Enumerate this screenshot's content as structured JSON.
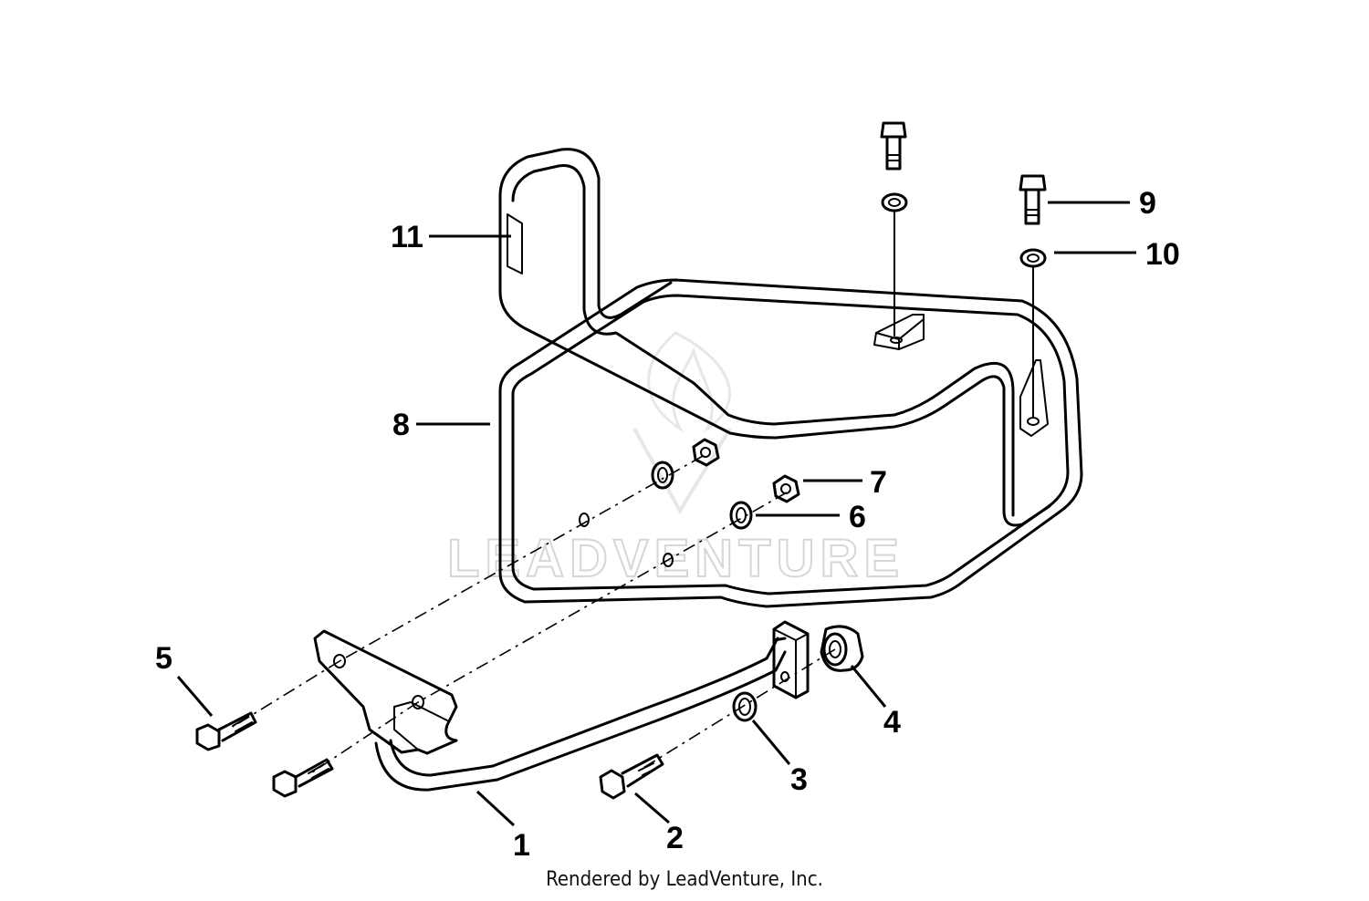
{
  "watermark": {
    "text": "LEADVENTURE"
  },
  "callouts": {
    "c1": "1",
    "c2": "2",
    "c3": "3",
    "c4": "4",
    "c5": "5",
    "c6": "6",
    "c7": "7",
    "c8": "8",
    "c9": "9",
    "c10": "10",
    "c11": "11"
  },
  "footer": {
    "text": "Rendered by LeadVenture, Inc."
  }
}
